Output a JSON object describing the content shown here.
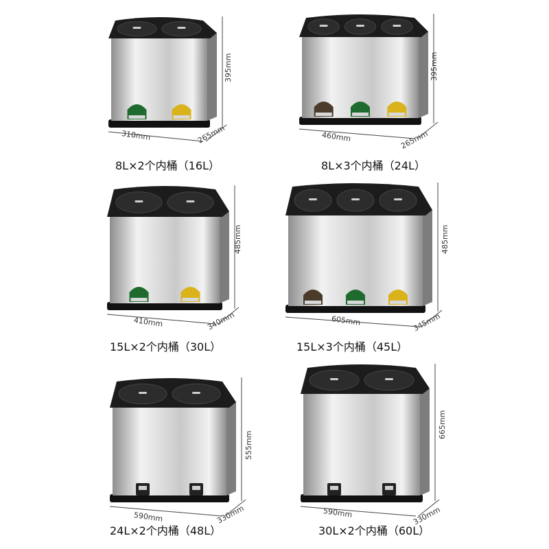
{
  "products": [
    {
      "caption": "8L×2个内桶（16L）",
      "width": "310mm",
      "depth": "265mm",
      "height": "395mm",
      "compartments": 2,
      "pedal_colors": [
        "#1f6b2e",
        "#d9b21c"
      ]
    },
    {
      "caption": "8L×3个内桶（24L）",
      "width": "460mm",
      "depth": "265mm",
      "height": "395mm",
      "compartments": 3,
      "pedal_colors": [
        "#4a3b2a",
        "#1f6b2e",
        "#d9b21c"
      ]
    },
    {
      "caption": "15L×2个内桶（30L）",
      "width": "410mm",
      "depth": "340mm",
      "height": "485mm",
      "compartments": 2,
      "pedal_colors": [
        "#1f6b2e",
        "#d9b21c"
      ]
    },
    {
      "caption": "15L×3个内桶（45L）",
      "width": "605mm",
      "depth": "345mm",
      "height": "485mm",
      "compartments": 3,
      "pedal_colors": [
        "#4a3b2a",
        "#1f6b2e",
        "#d9b21c"
      ]
    },
    {
      "caption": "24L×2个内桶（48L）",
      "width": "590mm",
      "depth": "330mm",
      "height": "555mm",
      "compartments": 2,
      "pedal_colors": [
        "#222222",
        "#222222"
      ]
    },
    {
      "caption": "30L×2个内桶（60L）",
      "width": "590mm",
      "depth": "330mm",
      "height": "665mm",
      "compartments": 2,
      "pedal_colors": [
        "#222222",
        "#222222"
      ]
    }
  ],
  "colors": {
    "lid": "#1c1c1c",
    "steel_light": "#f2f2f2",
    "steel_dark": "#8e8e8e",
    "base": "#111111"
  }
}
